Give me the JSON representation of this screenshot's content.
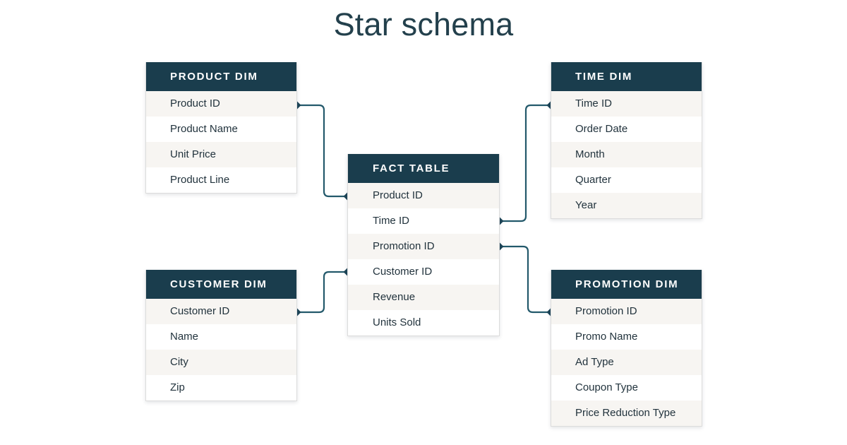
{
  "page": {
    "title": "Star schema",
    "background": "#ffffff"
  },
  "colors": {
    "header_bg": "#1a3d4d",
    "header_text": "#ffffff",
    "row_text": "#22333d",
    "row_bg": "#ffffff",
    "row_bg_alt": "#f7f5f2",
    "connector": "#23596b",
    "diamond": "#1d4558",
    "title_text": "#23404c",
    "table_border": "#dcdcdc"
  },
  "tables": {
    "product_dim": {
      "header": "PRODUCT DIM",
      "rows": [
        "Product ID",
        "Product Name",
        "Unit Price",
        "Product Line"
      ]
    },
    "customer_dim": {
      "header": "CUSTOMER DIM",
      "rows": [
        "Customer ID",
        "Name",
        "City",
        "Zip"
      ]
    },
    "fact": {
      "header": "FACT TABLE",
      "rows": [
        "Product ID",
        "Time ID",
        "Promotion ID",
        "Customer ID",
        "Revenue",
        "Units Sold"
      ]
    },
    "time_dim": {
      "header": "TIME DIM",
      "rows": [
        "Time ID",
        "Order Date",
        "Month",
        "Quarter",
        "Year"
      ]
    },
    "promotion_dim": {
      "header": "PROMOTION DIM",
      "rows": [
        "Promotion ID",
        "Promo Name",
        "Ad Type",
        "Coupon Type",
        "Price Reduction Type"
      ]
    }
  },
  "relationships": [
    {
      "name": "product-to-fact",
      "from": "product_dim.Product ID",
      "to": "fact.Product ID"
    },
    {
      "name": "customer-to-fact",
      "from": "customer_dim.Customer ID",
      "to": "fact.Customer ID"
    },
    {
      "name": "fact-to-time",
      "from": "fact.Time ID",
      "to": "time_dim.Time ID"
    },
    {
      "name": "fact-to-promotion",
      "from": "fact.Promotion ID",
      "to": "promotion_dim.Promotion ID"
    }
  ]
}
